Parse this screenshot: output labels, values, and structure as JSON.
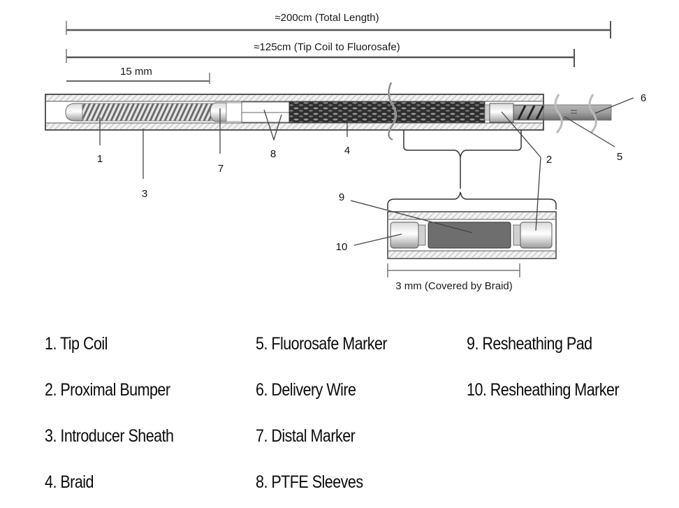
{
  "dimensions": {
    "total_length": "≈200cm (Total Length)",
    "tip_to_fluorosafe": "≈125cm (Tip Coil to Fluorosafe)",
    "tip_length": "15 mm",
    "detail_length": "3 mm (Covered by Braid)"
  },
  "callouts": [
    "1",
    "2",
    "3",
    "4",
    "5",
    "6",
    "7",
    "8",
    "9",
    "10"
  ],
  "legend": {
    "columns": [
      [
        "1. Tip Coil",
        "2. Proximal Bumper",
        "3. Introducer Sheath",
        "4. Braid"
      ],
      [
        "5. Fluorosafe Marker",
        "6. Delivery Wire",
        "7. Distal Marker",
        "8. PTFE Sleeves"
      ],
      [
        "9. Resheathing Pad",
        "10. Resheathing Marker"
      ]
    ]
  },
  "colors": {
    "line": "#333333",
    "sheath_hatch": "#bdbdbd",
    "braid": "#3a3a3a",
    "pad": "#6e6e6e",
    "wire": "#8c8c8c"
  }
}
